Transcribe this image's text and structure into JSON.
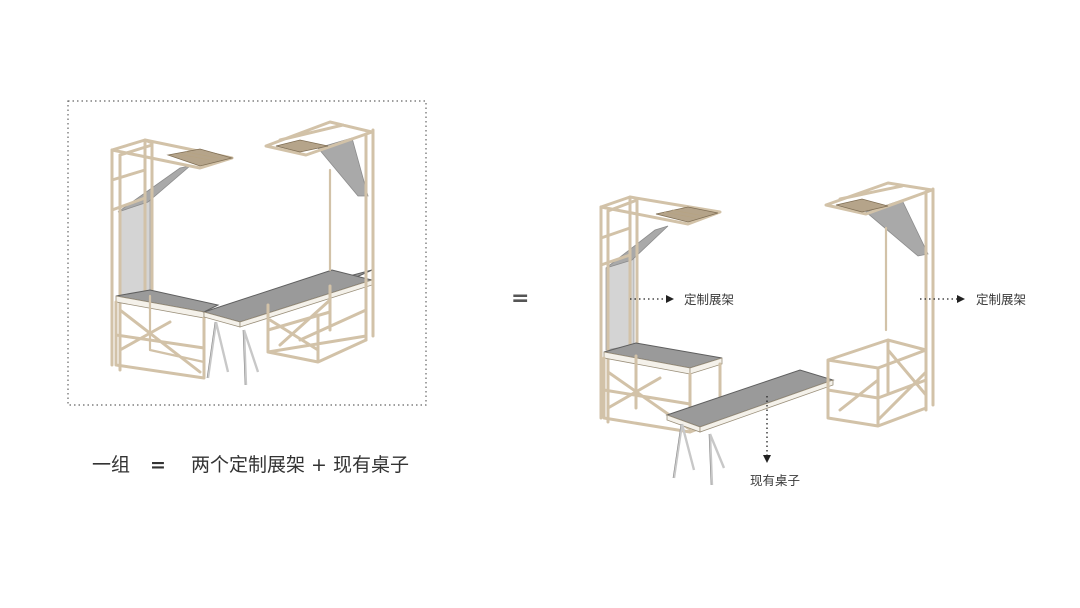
{
  "formula": {
    "left": "一组",
    "equals": "=",
    "right": "两个定制展架 + 现有桌子"
  },
  "equals_sign": "=",
  "labels": {
    "shelf_left": "定制展架",
    "shelf_right": "定制展架",
    "table": "现有桌子"
  },
  "colors": {
    "wood": "#d2c2a8",
    "panel": "#d4d4d4",
    "tabletop": "#9a9a9a",
    "dotted_border": "#666666"
  }
}
